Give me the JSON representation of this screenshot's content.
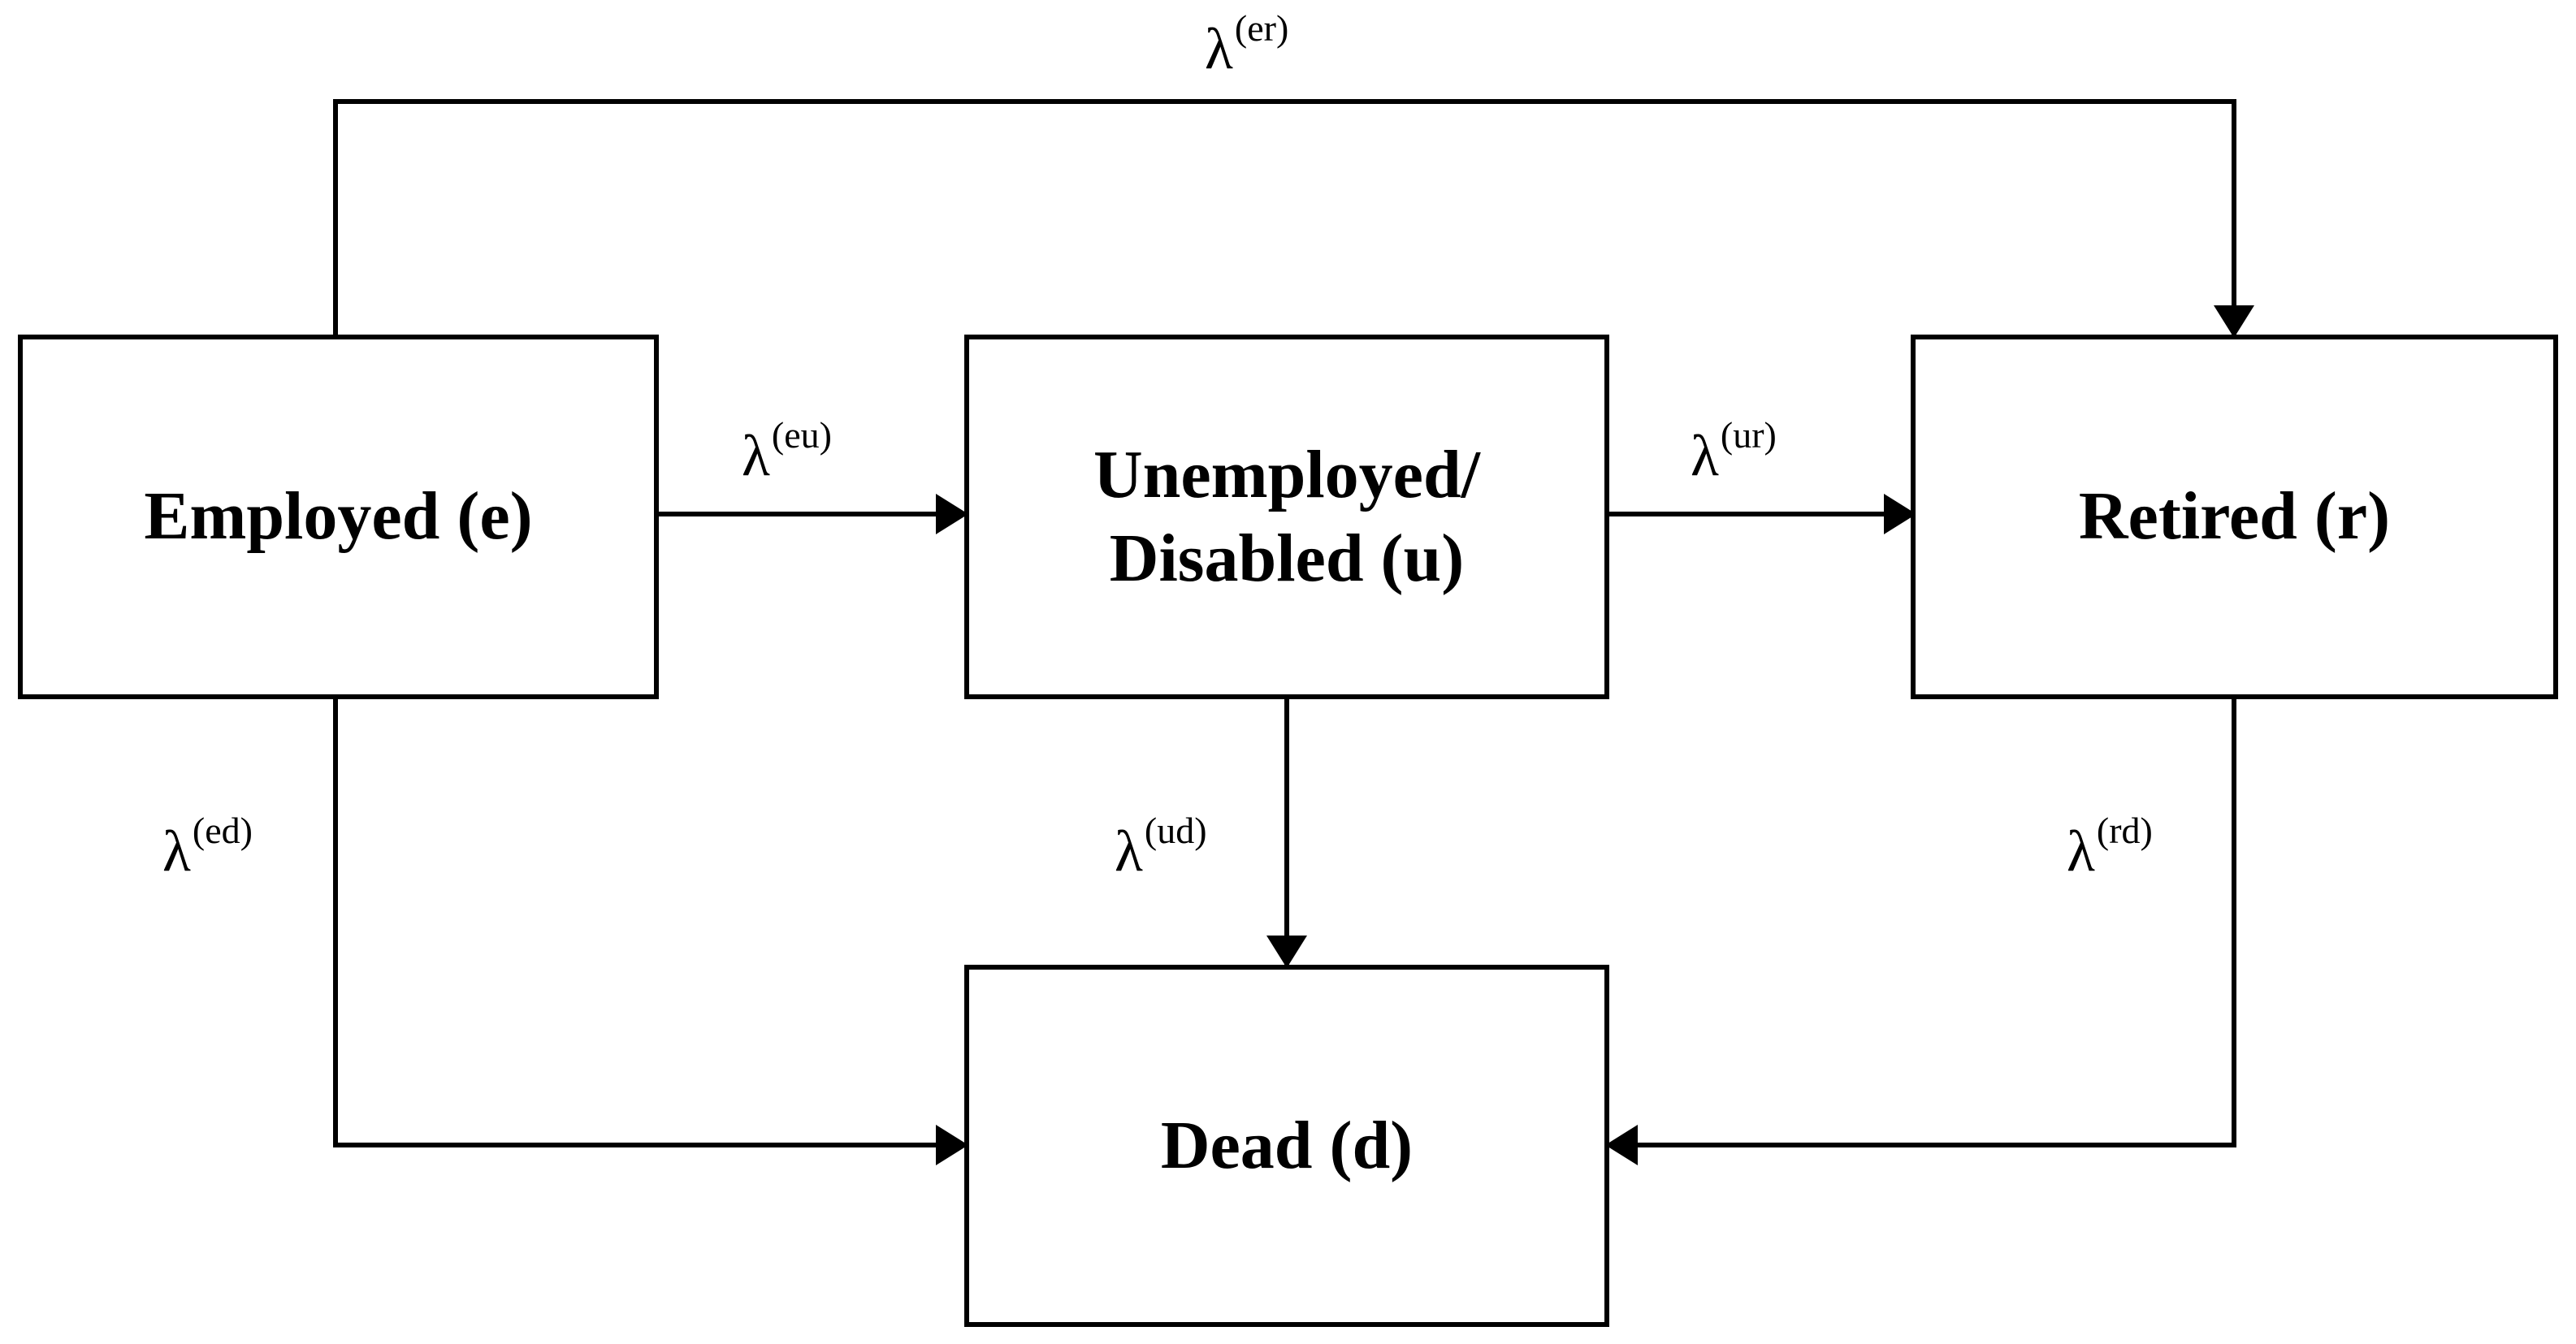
{
  "states": {
    "employed": "Employed (e)",
    "unemployed_line1": "Unemployed/",
    "unemployed_line2": "Disabled (u)",
    "retired": "Retired (r)",
    "dead": "Dead (d)"
  },
  "transitions": {
    "symbol": "λ",
    "er": "(er)",
    "eu": "(eu)",
    "ur": "(ur)",
    "ed": "(ed)",
    "ud": "(ud)",
    "rd": "(rd)"
  },
  "colors": {
    "line": "#000000",
    "background": "#ffffff"
  }
}
